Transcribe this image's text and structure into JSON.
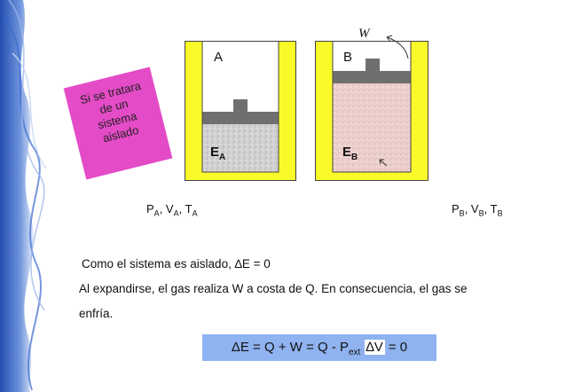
{
  "cylinder_a": {
    "label": "A",
    "gas_label": "E",
    "gas_sub": "A"
  },
  "cylinder_b": {
    "label": "B",
    "gas_label": "E",
    "gas_sub": "B",
    "work_label": "W"
  },
  "sticky_note": {
    "lines": [
      "Si se tratara",
      "de un",
      "sistema",
      "aislado"
    ]
  },
  "state_a": {
    "p": "P",
    "p_sub": "A",
    "v": "V",
    "v_sub": "A",
    "t": "T",
    "t_sub": "A"
  },
  "state_b": {
    "p": "P",
    "p_sub": "B",
    "v": "V",
    "v_sub": "B",
    "t": "T",
    "t_sub": "B"
  },
  "text": {
    "line1": "Como el sistema es aislado, ∆E = 0",
    "line2": "Al expandirse, el gas realiza W a costa de Q. En consecuencia, el gas se",
    "line3": "enfría."
  },
  "formula": {
    "part1": "ΔE = Q + W = Q - P",
    "sub": "ext",
    "part2": "∆V",
    "part3": " = 0"
  },
  "colors": {
    "cylinder_wall": "#fafa2a",
    "piston": "#6f6f6f",
    "gas_a": "#d2d2d2",
    "gas_b": "#ecd0cc",
    "sticky": "#e44bc7",
    "formula_bg": "#8fb3f0"
  }
}
